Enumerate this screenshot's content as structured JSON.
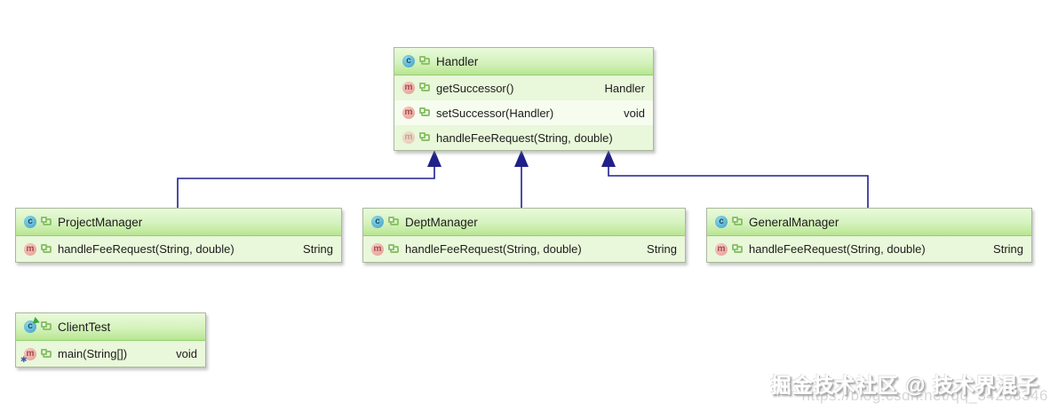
{
  "diagram": {
    "classes": [
      {
        "name": "Handler",
        "kind": "class",
        "methods": [
          {
            "label": "getSuccessor()",
            "returns": "Handler"
          },
          {
            "label": "setSuccessor(Handler)",
            "returns": "void"
          },
          {
            "label": "handleFeeRequest(String, double)",
            "returns": ""
          }
        ]
      },
      {
        "name": "ProjectManager",
        "kind": "class",
        "methods": [
          {
            "label": "handleFeeRequest(String, double)",
            "returns": "String"
          }
        ]
      },
      {
        "name": "DeptManager",
        "kind": "class",
        "methods": [
          {
            "label": "handleFeeRequest(String, double)",
            "returns": "String"
          }
        ]
      },
      {
        "name": "GeneralManager",
        "kind": "class",
        "methods": [
          {
            "label": "handleFeeRequest(String, double)",
            "returns": "String"
          }
        ]
      },
      {
        "name": "ClientTest",
        "kind": "runnable-class",
        "methods": [
          {
            "label": "main(String[])",
            "returns": "void"
          }
        ]
      }
    ],
    "relations": [
      {
        "from": "ProjectManager",
        "to": "Handler",
        "type": "extends"
      },
      {
        "from": "DeptManager",
        "to": "Handler",
        "type": "extends"
      },
      {
        "from": "GeneralManager",
        "to": "Handler",
        "type": "extends"
      }
    ]
  },
  "icons": {
    "class_letter": "c",
    "method_letter": "m"
  },
  "colors": {
    "arrow": "#20208a",
    "header_green": "#b7e691",
    "row_green": "#e9f7da",
    "class_icon": "#42a0c4",
    "method_icon": "#e49a93"
  },
  "watermark": {
    "title": "掘金技术社区 @ 技术界混子",
    "url": "https://blog.csdn.net/qq_34288346"
  }
}
